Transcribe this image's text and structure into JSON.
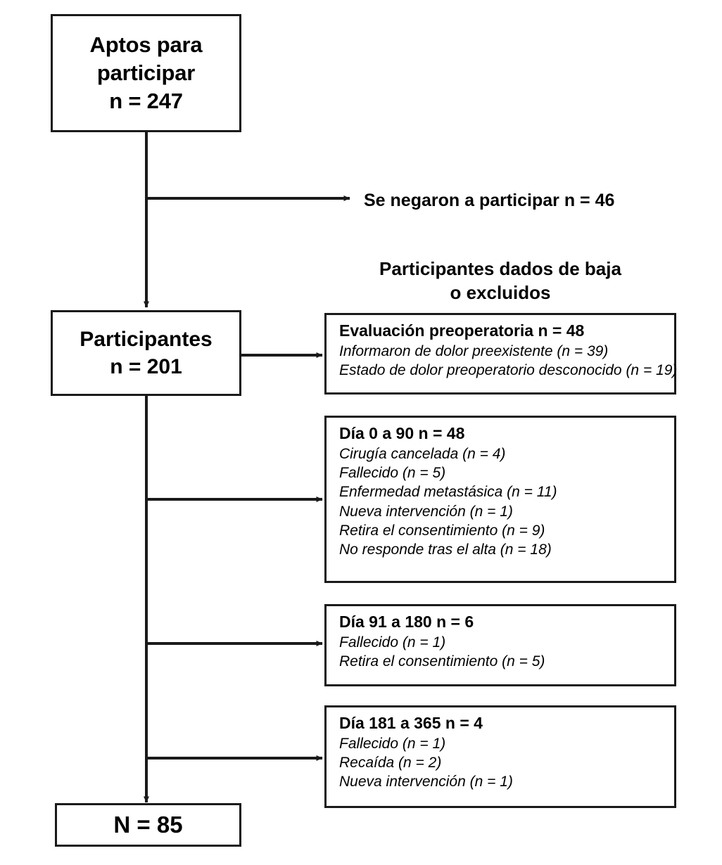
{
  "diagram": {
    "title_absent": true,
    "language": "es",
    "line_color": "#1a1a1a",
    "background_color": "#ffffff"
  },
  "nodes": {
    "eligible": {
      "line1": "Aptos para",
      "line2": "participar",
      "line3": "n = 247"
    },
    "participants": {
      "line1": "Participantes",
      "line2": "n = 201"
    },
    "final": {
      "line1": "N = 85"
    }
  },
  "labels": {
    "refused": "Se negaron a participar n = 46",
    "excluded_heading_line1": "Participantes dados de baja",
    "excluded_heading_line2": "o excluidos"
  },
  "exclusion_boxes": [
    {
      "id": "preop",
      "header": "Evaluación preoperatoria n = 48",
      "items": [
        "Informaron de dolor preexistente (n = 39)",
        "Estado de dolor preoperatorio desconocido (n = 19)"
      ]
    },
    {
      "id": "day0to90",
      "header": "Día 0 a 90 n = 48",
      "items": [
        "Cirugía cancelada (n = 4)",
        "Fallecido (n = 5)",
        "Enfermedad metastásica (n = 11)",
        "Nueva intervención (n = 1)",
        "Retira el consentimiento (n = 9)",
        "No responde tras el alta (n = 18)"
      ]
    },
    {
      "id": "day91to180",
      "header": "Día 91 a 180 n = 6",
      "items": [
        "Fallecido (n = 1)",
        "Retira el consentimiento (n = 5)"
      ]
    },
    {
      "id": "day181to365",
      "header": "Día 181 a 365 n = 4",
      "items": [
        "Fallecido (n = 1)",
        "Recaída (n = 2)",
        "Nueva intervención (n = 1)"
      ]
    }
  ]
}
